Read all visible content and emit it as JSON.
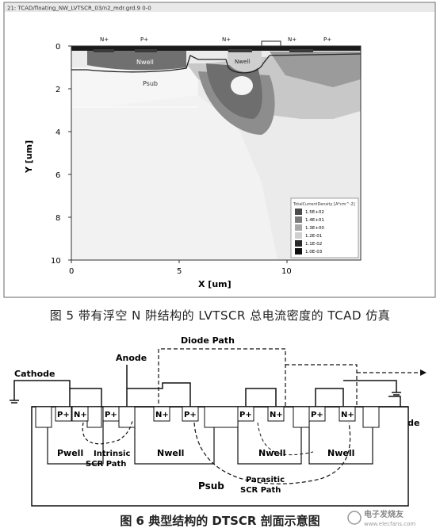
{
  "fig5": {
    "window_title": "21: TCAD/floating_NW_LVTSCR_03/n2_mdr.grd.9 0-0",
    "xlabel": "X [um]",
    "ylabel": "Y [um]",
    "x_ticks": [
      "0",
      "5",
      "10"
    ],
    "y_ticks": [
      "0",
      "2",
      "4",
      "6",
      "8",
      "10"
    ],
    "top_labels": [
      "N+",
      "P+",
      "N+",
      "N+",
      "P+"
    ],
    "region_labels": {
      "nwell_left": "Nwell",
      "nwell_mid": "Nwell",
      "psub": "Psub"
    },
    "legend": {
      "title": "TotalCurrentDensity [A*cm^-2]",
      "entries": [
        "1.5E+02",
        "1.4E+01",
        "1.3E+00",
        "1.2E-01",
        "1.1E-02",
        "1.0E-03"
      ]
    },
    "colors": {
      "l1": "#4a4a4a",
      "l2": "#7a7a7a",
      "l3": "#a8a8a8",
      "l4": "#cfcfcf",
      "l5": "#e6e6e6",
      "l6": "#f7f7f7"
    }
  },
  "caption5": "图 5 带有浮空 N 阱结构的 LVTSCR 总电流密度的 TCAD 仿真",
  "fig6": {
    "terminal_cathode_left": "Cathode",
    "terminal_anode": "Anode",
    "terminal_cathode_right": "Cathode",
    "diode_path": "Diode Path",
    "diffusions": [
      "P+",
      "N+",
      "P+",
      "N+",
      "P+",
      "P+",
      "N+",
      "P+",
      "N+"
    ],
    "wells": [
      "Pwell",
      "Nwell",
      "Nwell",
      "Nwell"
    ],
    "intrinsic_path": [
      "Intrinsic",
      "SCR Path"
    ],
    "parasitic_path": [
      "Parasitic",
      "SCR Path"
    ],
    "psub": "Psub"
  },
  "caption6": "图 6 典型结构的 DTSCR 剖面示意图",
  "watermark": {
    "line1": "电子发烧友",
    "line2": "www.elecfans.com"
  }
}
